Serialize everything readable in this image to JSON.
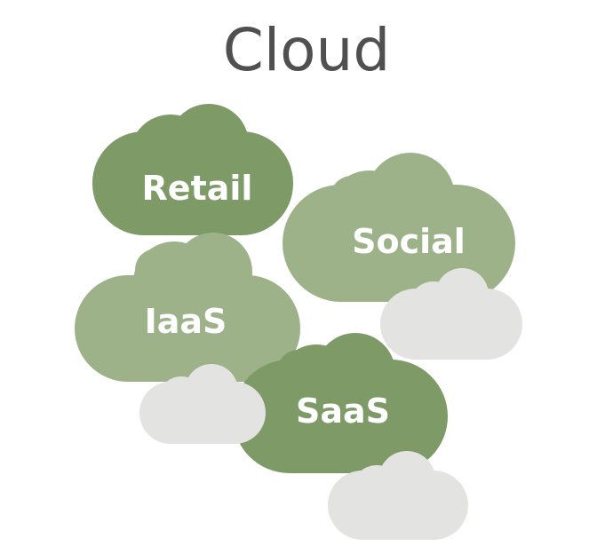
{
  "title": "Cloud",
  "colors": {
    "dark_green": "#7e9a67",
    "light_green": "#9db289",
    "gray": "#e3e3e1",
    "label": "#ffffff",
    "title": "#505050"
  },
  "clouds": [
    {
      "label": "Retail",
      "shade": "dark_green"
    },
    {
      "label": "Social",
      "shade": "light_green"
    },
    {
      "label": "IaaS",
      "shade": "light_green"
    },
    {
      "label": "SaaS",
      "shade": "dark_green"
    }
  ]
}
